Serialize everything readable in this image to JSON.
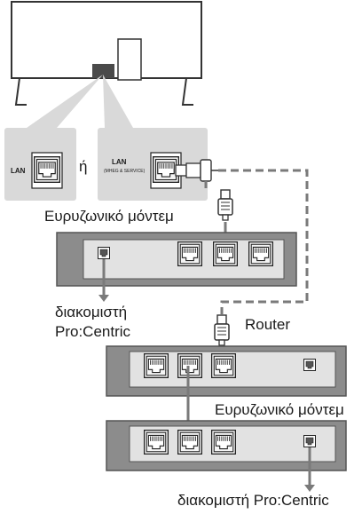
{
  "port_labels": {
    "lan_left": "LAN",
    "or_word": "ή",
    "lan_right": "LAN",
    "lan_right_sub": "(MHEG & SERVICE)"
  },
  "labels": {
    "broadband_modem_top": "Ευρυζωνικό μόντεμ",
    "server_left_line1": "διακομιστή",
    "server_left_line2": "Pro:Centric",
    "router": "Router",
    "broadband_modem_bottom": "Ευρυζωνικό μόντεμ",
    "server_bottom": "διακομιστή Pro:Centric"
  },
  "colors": {
    "tv_outline": "#333333",
    "callout_fill": "#d9d9d9",
    "device_outer": "#8c8c8c",
    "device_inner": "#e2e2e2",
    "cable": "#7a7a7a",
    "text": "#1a1a1a"
  },
  "icons": [
    "tv-outline-icon",
    "lan-port-icon",
    "ethernet-plug-icon",
    "arrow-icon"
  ]
}
